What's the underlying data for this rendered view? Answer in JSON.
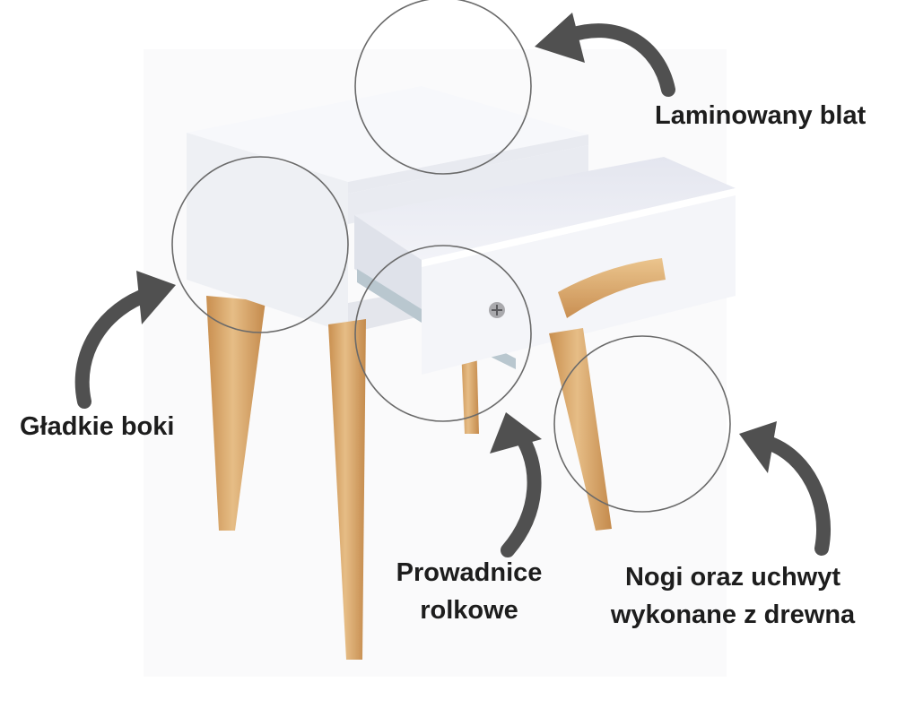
{
  "callouts": {
    "top": "Laminowany blat",
    "left": "Gładkie boki",
    "middle": [
      "Prowadnice",
      "rolkowe"
    ],
    "right": [
      "Nogi oraz uchwyt",
      "wykonane z drewna"
    ]
  },
  "colors": {
    "arrow": "#505050",
    "text": "#1d1d1d",
    "wood": "#dcae73",
    "cabinet": "#f5f6fa"
  }
}
